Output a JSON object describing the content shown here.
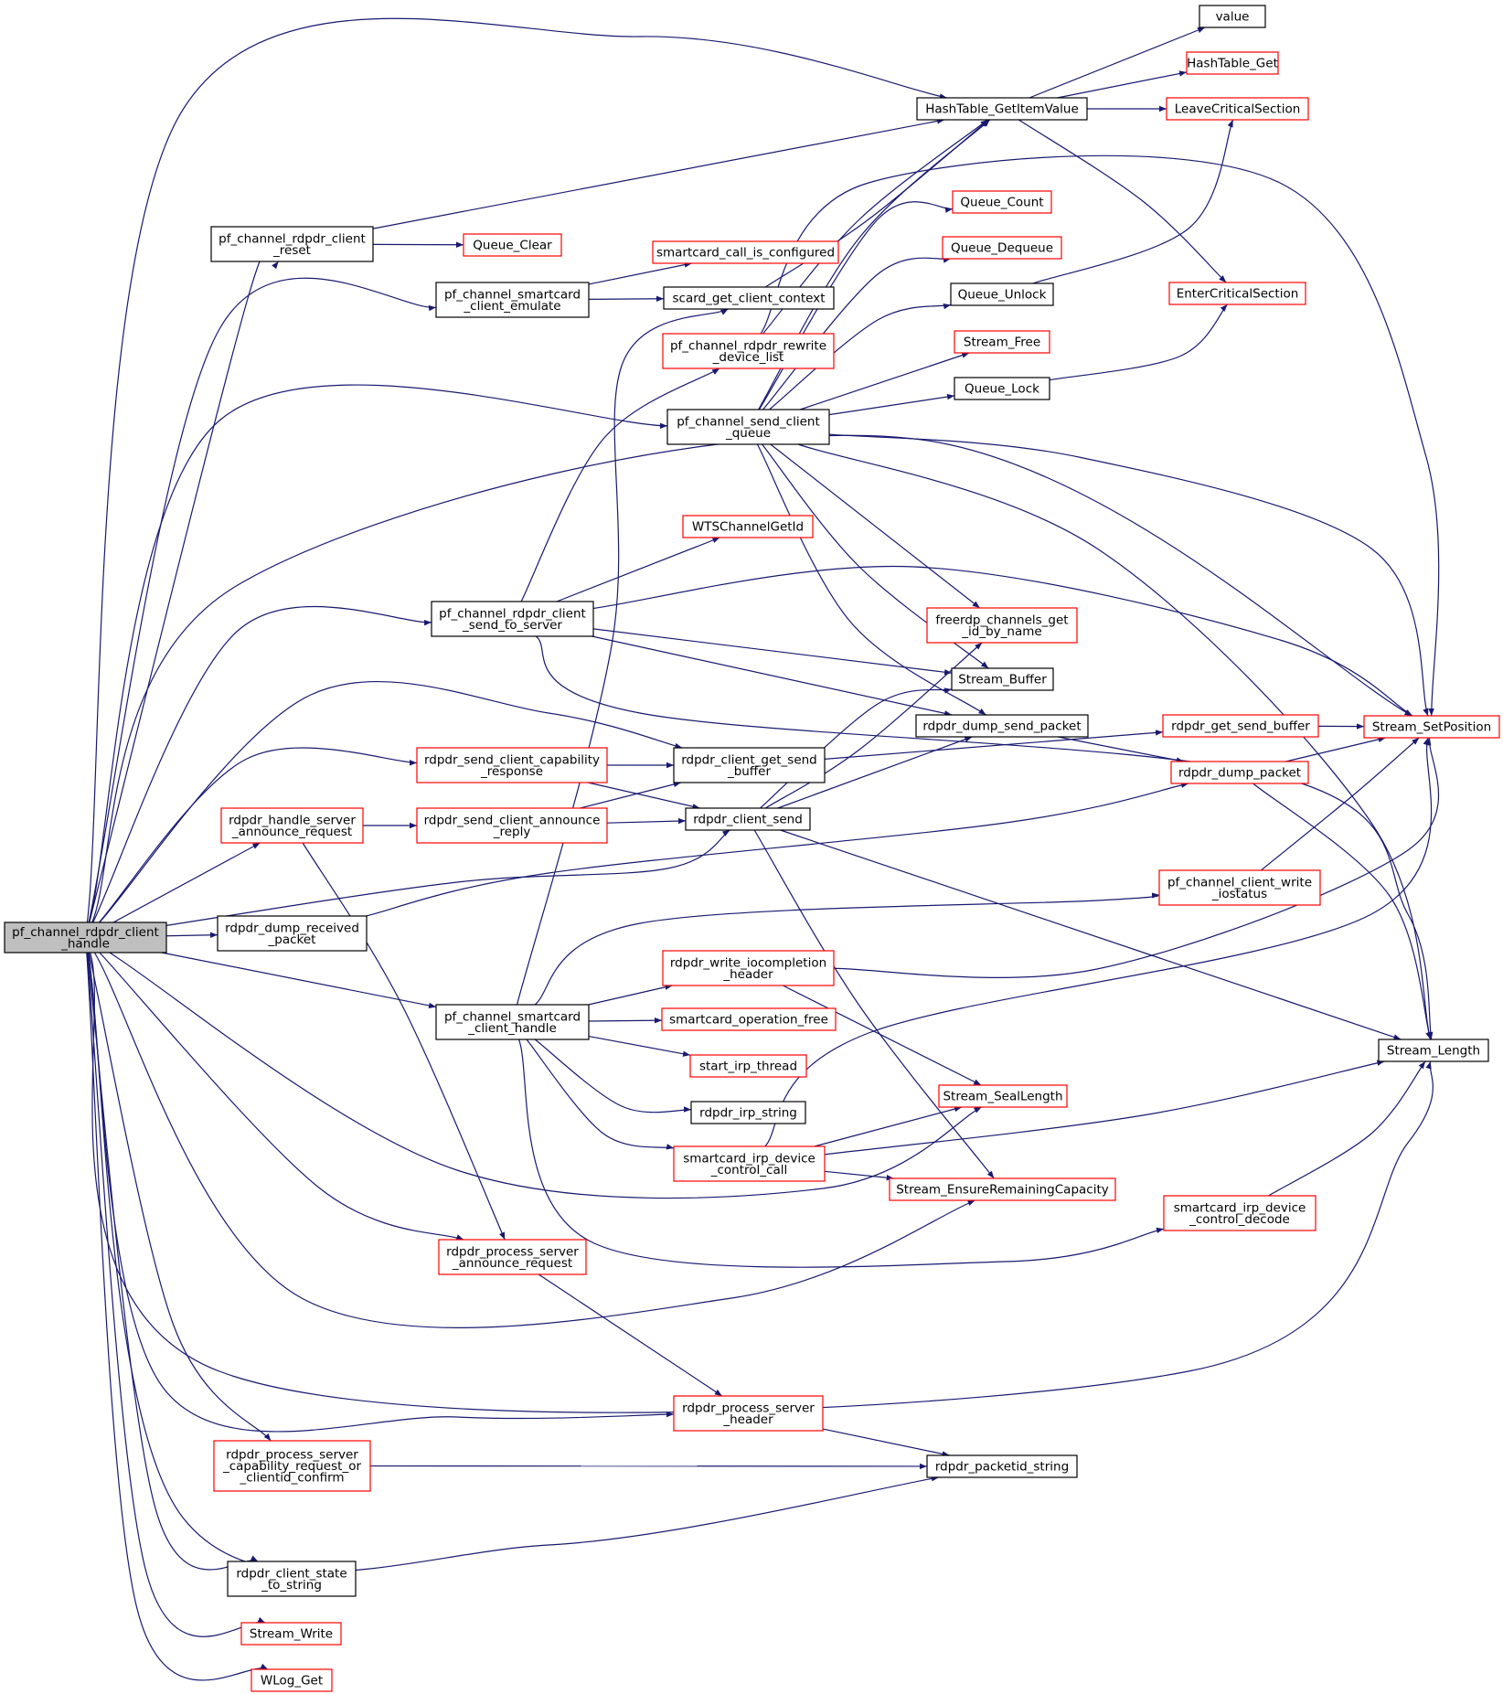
{
  "graph": {
    "colors": {
      "edge": "#191970",
      "border_default": "#000000",
      "border_external": "#ff0000",
      "root_fill": "#bfbfbf",
      "node_fill": "#ffffff",
      "text": "#000000"
    },
    "nodes": [
      {
        "id": "root",
        "lines": [
          "pf_channel_rdpdr_client",
          "_handle"
        ],
        "style": "root"
      },
      {
        "id": "pf_rdpdr_reset",
        "lines": [
          "pf_channel_rdpdr_client",
          "_reset"
        ],
        "style": "default"
      },
      {
        "id": "pf_smartcard_emulate",
        "lines": [
          "pf_channel_smartcard",
          "_client_emulate"
        ],
        "style": "default"
      },
      {
        "id": "pf_send_client_queue",
        "lines": [
          "pf_channel_send_client",
          "_queue"
        ],
        "style": "default"
      },
      {
        "id": "pf_rdpdr_send_to_server",
        "lines": [
          "pf_channel_rdpdr_client",
          "_send_to_server"
        ],
        "style": "default"
      },
      {
        "id": "rdpdr_send_cap_resp",
        "lines": [
          "rdpdr_send_client_capability",
          "_response"
        ],
        "style": "external"
      },
      {
        "id": "rdpdr_handle_server_announce",
        "lines": [
          "rdpdr_handle_server",
          "_announce_request"
        ],
        "style": "external"
      },
      {
        "id": "rdpdr_send_announce_reply",
        "lines": [
          "rdpdr_send_client_announce",
          "_reply"
        ],
        "style": "external"
      },
      {
        "id": "rdpdr_dump_received",
        "lines": [
          "rdpdr_dump_received",
          "_packet"
        ],
        "style": "default"
      },
      {
        "id": "pf_smartcard_handle",
        "lines": [
          "pf_channel_smartcard",
          "_client_handle"
        ],
        "style": "default"
      },
      {
        "id": "rdpdr_process_server_announce",
        "lines": [
          "rdpdr_process_server",
          "_announce_request"
        ],
        "style": "external"
      },
      {
        "id": "rdpdr_process_cap",
        "lines": [
          "rdpdr_process_server",
          "_capability_request_or",
          "_clientid_confirm"
        ],
        "style": "external"
      },
      {
        "id": "rdpdr_client_state",
        "lines": [
          "rdpdr_client_state",
          "_to_string"
        ],
        "style": "default"
      },
      {
        "id": "stream_write",
        "lines": [
          "Stream_Write"
        ],
        "style": "external"
      },
      {
        "id": "wlog_get",
        "lines": [
          "WLog_Get"
        ],
        "style": "external"
      },
      {
        "id": "queue_clear",
        "lines": [
          "Queue_Clear"
        ],
        "style": "external"
      },
      {
        "id": "smartcard_call_configured",
        "lines": [
          "smartcard_call_is_configured"
        ],
        "style": "external"
      },
      {
        "id": "scard_get_client_ctx",
        "lines": [
          "scard_get_client_context"
        ],
        "style": "default"
      },
      {
        "id": "pf_rdpdr_rewrite",
        "lines": [
          "pf_channel_rdpdr_rewrite",
          "_device_list"
        ],
        "style": "external"
      },
      {
        "id": "wts_channel_get_id",
        "lines": [
          "WTSChannelGetId"
        ],
        "style": "external"
      },
      {
        "id": "rdpdr_client_get_send_buffer",
        "lines": [
          "rdpdr_client_get_send",
          "_buffer"
        ],
        "style": "default"
      },
      {
        "id": "rdpdr_client_send",
        "lines": [
          "rdpdr_client_send"
        ],
        "style": "default"
      },
      {
        "id": "rdpdr_write_iocompletion",
        "lines": [
          "rdpdr_write_iocompletion",
          "_header"
        ],
        "style": "external"
      },
      {
        "id": "smartcard_op_free",
        "lines": [
          "smartcard_operation_free"
        ],
        "style": "external"
      },
      {
        "id": "start_irp_thread",
        "lines": [
          "start_irp_thread"
        ],
        "style": "external"
      },
      {
        "id": "rdpdr_irp_string",
        "lines": [
          "rdpdr_irp_string"
        ],
        "style": "default"
      },
      {
        "id": "smartcard_irp_dev_ctl_call",
        "lines": [
          "smartcard_irp_device",
          "_control_call"
        ],
        "style": "external"
      },
      {
        "id": "rdpdr_process_server_header",
        "lines": [
          "rdpdr_process_server",
          "_header"
        ],
        "style": "external"
      },
      {
        "id": "hashtable_get_item",
        "lines": [
          "HashTable_GetItemValue"
        ],
        "style": "default"
      },
      {
        "id": "queue_count",
        "lines": [
          "Queue_Count"
        ],
        "style": "external"
      },
      {
        "id": "queue_dequeue",
        "lines": [
          "Queue_Dequeue"
        ],
        "style": "external"
      },
      {
        "id": "queue_unlock",
        "lines": [
          "Queue_Unlock"
        ],
        "style": "default"
      },
      {
        "id": "stream_free",
        "lines": [
          "Stream_Free"
        ],
        "style": "external"
      },
      {
        "id": "queue_lock",
        "lines": [
          "Queue_Lock"
        ],
        "style": "default"
      },
      {
        "id": "freerdp_channels_get_id",
        "lines": [
          "freerdp_channels_get",
          "_id_by_name"
        ],
        "style": "external"
      },
      {
        "id": "stream_buffer",
        "lines": [
          "Stream_Buffer"
        ],
        "style": "default"
      },
      {
        "id": "rdpdr_dump_send_packet",
        "lines": [
          "rdpdr_dump_send_packet"
        ],
        "style": "default"
      },
      {
        "id": "stream_seal_length",
        "lines": [
          "Stream_SealLength"
        ],
        "style": "external"
      },
      {
        "id": "stream_ensure_capacity",
        "lines": [
          "Stream_EnsureRemainingCapacity"
        ],
        "style": "external"
      },
      {
        "id": "rdpdr_packetid_string",
        "lines": [
          "rdpdr_packetid_string"
        ],
        "style": "default"
      },
      {
        "id": "value",
        "lines": [
          "value"
        ],
        "style": "default"
      },
      {
        "id": "hashtable_get",
        "lines": [
          "HashTable_Get"
        ],
        "style": "external"
      },
      {
        "id": "leave_critical",
        "lines": [
          "LeaveCriticalSection"
        ],
        "style": "external"
      },
      {
        "id": "enter_critical",
        "lines": [
          "EnterCriticalSection"
        ],
        "style": "external"
      },
      {
        "id": "rdpdr_get_send_buffer",
        "lines": [
          "rdpdr_get_send_buffer"
        ],
        "style": "external"
      },
      {
        "id": "rdpdr_dump_packet",
        "lines": [
          "rdpdr_dump_packet"
        ],
        "style": "external"
      },
      {
        "id": "pf_client_write_iostatus",
        "lines": [
          "pf_channel_client_write",
          "_iostatus"
        ],
        "style": "external"
      },
      {
        "id": "smartcard_irp_dev_ctl_decode",
        "lines": [
          "smartcard_irp_device",
          "_control_decode"
        ],
        "style": "external"
      },
      {
        "id": "stream_set_position",
        "lines": [
          "Stream_SetPosition"
        ],
        "style": "external"
      },
      {
        "id": "stream_length",
        "lines": [
          "Stream_Length"
        ],
        "style": "default"
      }
    ],
    "edges": [
      [
        "root",
        "pf_rdpdr_reset"
      ],
      [
        "root",
        "pf_smartcard_emulate"
      ],
      [
        "root",
        "pf_send_client_queue"
      ],
      [
        "root",
        "pf_rdpdr_send_to_server"
      ],
      [
        "root",
        "rdpdr_send_cap_resp"
      ],
      [
        "root",
        "rdpdr_handle_server_announce"
      ],
      [
        "root",
        "rdpdr_dump_received"
      ],
      [
        "root",
        "pf_smartcard_handle"
      ],
      [
        "root",
        "rdpdr_process_server_announce"
      ],
      [
        "root",
        "rdpdr_process_cap"
      ],
      [
        "root",
        "rdpdr_client_state"
      ],
      [
        "root",
        "stream_write"
      ],
      [
        "root",
        "wlog_get"
      ],
      [
        "root",
        "hashtable_get_item"
      ],
      [
        "root",
        "stream_set_position"
      ],
      [
        "root",
        "rdpdr_client_get_send_buffer"
      ],
      [
        "root",
        "rdpdr_client_send"
      ],
      [
        "root",
        "stream_seal_length"
      ],
      [
        "root",
        "stream_ensure_capacity"
      ],
      [
        "root",
        "stream_length"
      ],
      [
        "root",
        "rdpdr_process_server_header"
      ],
      [
        "root",
        "rdpdr_packetid_string"
      ],
      [
        "pf_rdpdr_reset",
        "queue_clear"
      ],
      [
        "pf_rdpdr_reset",
        "hashtable_get_item"
      ],
      [
        "pf_smartcard_emulate",
        "smartcard_call_configured"
      ],
      [
        "pf_smartcard_emulate",
        "scard_get_client_ctx"
      ],
      [
        "scard_get_client_ctx",
        "hashtable_get_item"
      ],
      [
        "pf_rdpdr_rewrite",
        "hashtable_get_item"
      ],
      [
        "pf_rdpdr_rewrite",
        "stream_set_position"
      ],
      [
        "pf_send_client_queue",
        "hashtable_get_item"
      ],
      [
        "pf_send_client_queue",
        "queue_count"
      ],
      [
        "pf_send_client_queue",
        "queue_dequeue"
      ],
      [
        "pf_send_client_queue",
        "queue_unlock"
      ],
      [
        "pf_send_client_queue",
        "stream_free"
      ],
      [
        "pf_send_client_queue",
        "queue_lock"
      ],
      [
        "pf_send_client_queue",
        "freerdp_channels_get_id"
      ],
      [
        "pf_send_client_queue",
        "stream_buffer"
      ],
      [
        "pf_send_client_queue",
        "rdpdr_dump_send_packet"
      ],
      [
        "pf_send_client_queue",
        "stream_set_position"
      ],
      [
        "pf_send_client_queue",
        "stream_length"
      ],
      [
        "pf_rdpdr_send_to_server",
        "pf_rdpdr_rewrite"
      ],
      [
        "pf_rdpdr_send_to_server",
        "wts_channel_get_id"
      ],
      [
        "pf_rdpdr_send_to_server",
        "stream_buffer"
      ],
      [
        "pf_rdpdr_send_to_server",
        "rdpdr_dump_send_packet"
      ],
      [
        "pf_rdpdr_send_to_server",
        "stream_set_position"
      ],
      [
        "pf_rdpdr_send_to_server",
        "stream_length"
      ],
      [
        "rdpdr_send_cap_resp",
        "rdpdr_client_get_send_buffer"
      ],
      [
        "rdpdr_send_cap_resp",
        "rdpdr_client_send"
      ],
      [
        "rdpdr_handle_server_announce",
        "rdpdr_send_announce_reply"
      ],
      [
        "rdpdr_handle_server_announce",
        "rdpdr_process_server_announce"
      ],
      [
        "rdpdr_send_announce_reply",
        "rdpdr_client_get_send_buffer"
      ],
      [
        "rdpdr_send_announce_reply",
        "rdpdr_client_send"
      ],
      [
        "rdpdr_client_get_send_buffer",
        "rdpdr_get_send_buffer"
      ],
      [
        "rdpdr_client_send",
        "freerdp_channels_get_id"
      ],
      [
        "rdpdr_client_send",
        "stream_buffer"
      ],
      [
        "rdpdr_client_send",
        "rdpdr_dump_send_packet"
      ],
      [
        "rdpdr_client_send",
        "stream_ensure_capacity"
      ],
      [
        "rdpdr_client_send",
        "stream_length"
      ],
      [
        "rdpdr_dump_received",
        "rdpdr_dump_packet"
      ],
      [
        "pf_smartcard_handle",
        "scard_get_client_ctx"
      ],
      [
        "pf_smartcard_handle",
        "pf_client_write_iostatus"
      ],
      [
        "pf_smartcard_handle",
        "rdpdr_write_iocompletion"
      ],
      [
        "pf_smartcard_handle",
        "smartcard_op_free"
      ],
      [
        "pf_smartcard_handle",
        "start_irp_thread"
      ],
      [
        "pf_smartcard_handle",
        "rdpdr_irp_string"
      ],
      [
        "pf_smartcard_handle",
        "smartcard_irp_dev_ctl_call"
      ],
      [
        "pf_smartcard_handle",
        "smartcard_irp_dev_ctl_decode"
      ],
      [
        "rdpdr_write_iocompletion",
        "stream_set_position"
      ],
      [
        "rdpdr_write_iocompletion",
        "stream_seal_length"
      ],
      [
        "smartcard_irp_dev_ctl_call",
        "stream_seal_length"
      ],
      [
        "smartcard_irp_dev_ctl_call",
        "stream_set_position"
      ],
      [
        "smartcard_irp_dev_ctl_call",
        "stream_ensure_capacity"
      ],
      [
        "smartcard_irp_dev_ctl_call",
        "stream_length"
      ],
      [
        "rdpdr_process_server_announce",
        "rdpdr_process_server_header"
      ],
      [
        "rdpdr_process_server_header",
        "rdpdr_packetid_string"
      ],
      [
        "rdpdr_process_cap",
        "rdpdr_packetid_string"
      ],
      [
        "hashtable_get_item",
        "value"
      ],
      [
        "hashtable_get_item",
        "hashtable_get"
      ],
      [
        "hashtable_get_item",
        "leave_critical"
      ],
      [
        "hashtable_get_item",
        "enter_critical"
      ],
      [
        "queue_unlock",
        "leave_critical"
      ],
      [
        "queue_lock",
        "enter_critical"
      ],
      [
        "rdpdr_dump_send_packet",
        "rdpdr_dump_packet"
      ],
      [
        "rdpdr_get_send_buffer",
        "stream_set_position"
      ],
      [
        "rdpdr_dump_packet",
        "stream_set_position"
      ],
      [
        "rdpdr_dump_packet",
        "stream_length"
      ],
      [
        "pf_client_write_iostatus",
        "stream_set_position"
      ],
      [
        "smartcard_irp_dev_ctl_decode",
        "stream_length"
      ]
    ]
  }
}
